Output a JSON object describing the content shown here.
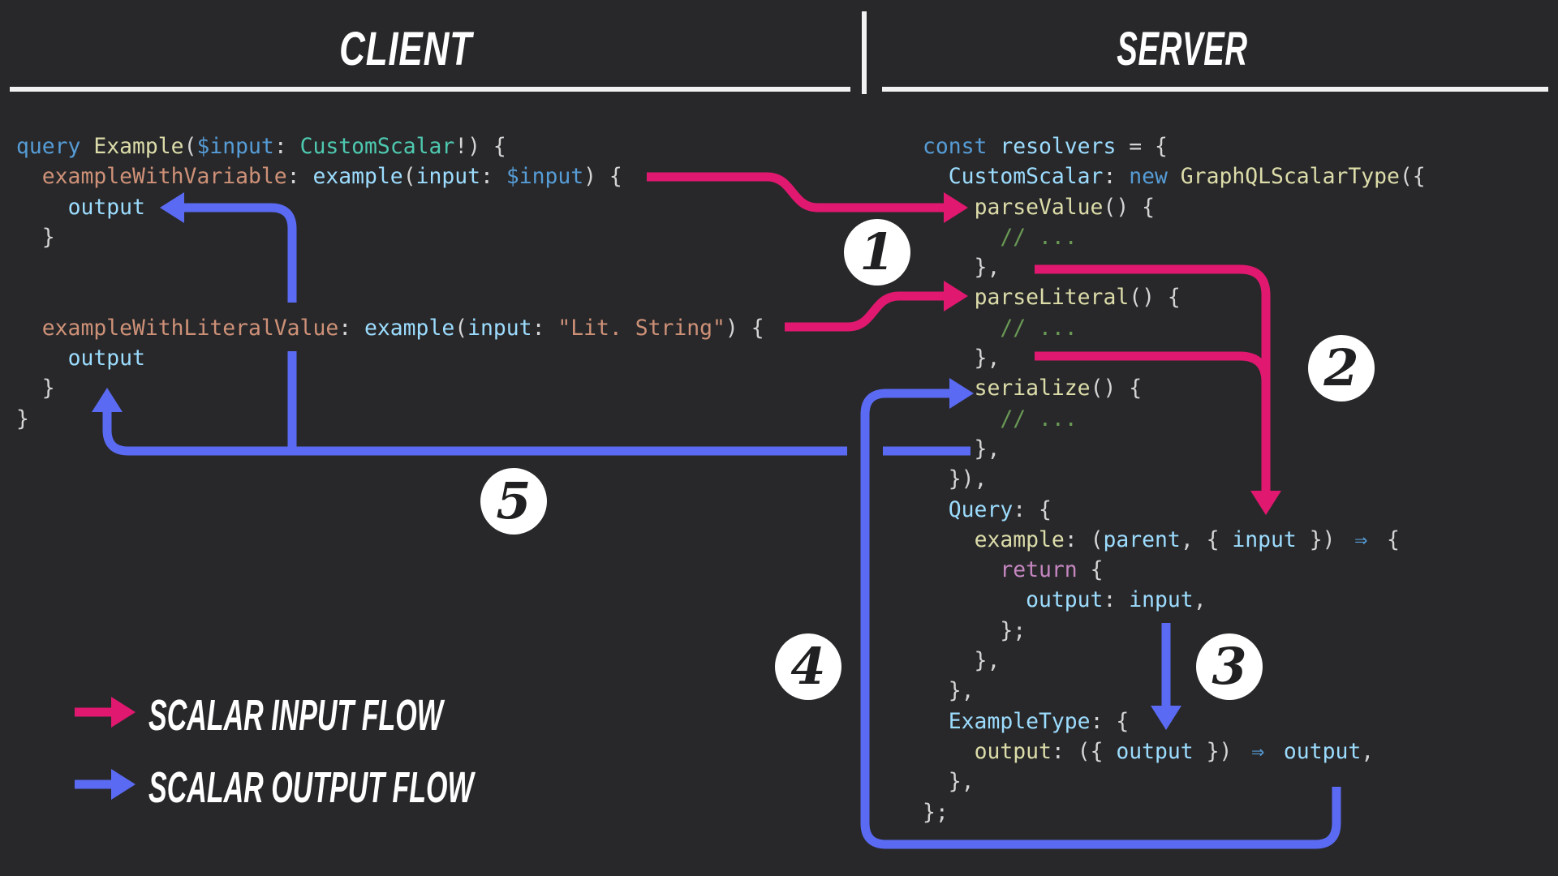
{
  "header": {
    "client": "CLIENT",
    "server": "SERVER"
  },
  "colors": {
    "background": "#28282a",
    "rule": "#f2f2f2",
    "input_flow": "#e0186f",
    "output_flow": "#5a6af2",
    "badge_bg": "#ffffff",
    "badge_num": "#202022",
    "keyword": "#569cd6",
    "function": "#dcdcaa",
    "variable": "#9cdcfe",
    "type": "#4ec9b0",
    "string": "#ce9178",
    "comment": "#6a9955",
    "plain": "#d4d4d4",
    "control": "#c586c0"
  },
  "client_code": {
    "lines": [
      [
        {
          "t": "query ",
          "c": "kw"
        },
        {
          "t": "Example",
          "c": "fn"
        },
        {
          "t": "(",
          "c": "pl"
        },
        {
          "t": "$input",
          "c": "kw"
        },
        {
          "t": ": ",
          "c": "pl"
        },
        {
          "t": "CustomScalar",
          "c": "type"
        },
        {
          "t": "!) {",
          "c": "pl"
        }
      ],
      [
        {
          "t": "  ",
          "c": "pl"
        },
        {
          "t": "exampleWithVariable",
          "c": "str"
        },
        {
          "t": ": ",
          "c": "pl"
        },
        {
          "t": "example",
          "c": "var"
        },
        {
          "t": "(",
          "c": "pl"
        },
        {
          "t": "input",
          "c": "var"
        },
        {
          "t": ": ",
          "c": "pl"
        },
        {
          "t": "$input",
          "c": "kw"
        },
        {
          "t": ") {",
          "c": "pl"
        }
      ],
      [
        {
          "t": "    ",
          "c": "pl"
        },
        {
          "t": "output",
          "c": "var"
        }
      ],
      [
        {
          "t": "  }",
          "c": "pl"
        }
      ],
      [],
      [],
      [
        {
          "t": "  ",
          "c": "pl"
        },
        {
          "t": "exampleWithLiteralValue",
          "c": "str"
        },
        {
          "t": ": ",
          "c": "pl"
        },
        {
          "t": "example",
          "c": "var"
        },
        {
          "t": "(",
          "c": "pl"
        },
        {
          "t": "input",
          "c": "var"
        },
        {
          "t": ": ",
          "c": "pl"
        },
        {
          "t": "\"Lit. String\"",
          "c": "str"
        },
        {
          "t": ") {",
          "c": "pl"
        }
      ],
      [
        {
          "t": "    ",
          "c": "pl"
        },
        {
          "t": "output",
          "c": "var"
        }
      ],
      [
        {
          "t": "  }",
          "c": "pl"
        }
      ],
      [
        {
          "t": "}",
          "c": "pl"
        }
      ]
    ]
  },
  "server_code": {
    "lines": [
      [
        {
          "t": "const ",
          "c": "kw"
        },
        {
          "t": "resolvers",
          "c": "var"
        },
        {
          "t": " = {",
          "c": "pl"
        }
      ],
      [
        {
          "t": "  ",
          "c": "pl"
        },
        {
          "t": "CustomScalar",
          "c": "var"
        },
        {
          "t": ": ",
          "c": "pl"
        },
        {
          "t": "new ",
          "c": "kw"
        },
        {
          "t": "GraphQLScalarType",
          "c": "fn"
        },
        {
          "t": "({",
          "c": "pl"
        }
      ],
      [
        {
          "t": "    ",
          "c": "pl"
        },
        {
          "t": "parseValue",
          "c": "fn"
        },
        {
          "t": "() {",
          "c": "pl"
        }
      ],
      [
        {
          "t": "      ",
          "c": "pl"
        },
        {
          "t": "// ...",
          "c": "cmt"
        }
      ],
      [
        {
          "t": "    },",
          "c": "pl"
        }
      ],
      [
        {
          "t": "    ",
          "c": "pl"
        },
        {
          "t": "parseLiteral",
          "c": "fn"
        },
        {
          "t": "() {",
          "c": "pl"
        }
      ],
      [
        {
          "t": "      ",
          "c": "pl"
        },
        {
          "t": "// ...",
          "c": "cmt"
        }
      ],
      [
        {
          "t": "    },",
          "c": "pl"
        }
      ],
      [
        {
          "t": "    ",
          "c": "pl"
        },
        {
          "t": "serialize",
          "c": "fn"
        },
        {
          "t": "() {",
          "c": "pl"
        }
      ],
      [
        {
          "t": "      ",
          "c": "pl"
        },
        {
          "t": "// ...",
          "c": "cmt"
        }
      ],
      [
        {
          "t": "    },",
          "c": "pl"
        }
      ],
      [
        {
          "t": "  }),",
          "c": "pl"
        }
      ],
      [
        {
          "t": "  ",
          "c": "pl"
        },
        {
          "t": "Query",
          "c": "var"
        },
        {
          "t": ": {",
          "c": "pl"
        }
      ],
      [
        {
          "t": "    ",
          "c": "pl"
        },
        {
          "t": "example",
          "c": "fn"
        },
        {
          "t": ": (",
          "c": "pl"
        },
        {
          "t": "parent",
          "c": "var"
        },
        {
          "t": ", { ",
          "c": "pl"
        },
        {
          "t": "input",
          "c": "var"
        },
        {
          "t": " }) ",
          "c": "pl"
        },
        {
          "t": "⇒",
          "c": "kw lig"
        },
        {
          "t": " {",
          "c": "pl"
        }
      ],
      [
        {
          "t": "      ",
          "c": "pl"
        },
        {
          "t": "return",
          "c": "ret"
        },
        {
          "t": " {",
          "c": "pl"
        }
      ],
      [
        {
          "t": "        ",
          "c": "pl"
        },
        {
          "t": "output",
          "c": "var"
        },
        {
          "t": ": ",
          "c": "pl"
        },
        {
          "t": "input",
          "c": "var"
        },
        {
          "t": ",",
          "c": "pl"
        }
      ],
      [
        {
          "t": "      };",
          "c": "pl"
        }
      ],
      [
        {
          "t": "    },",
          "c": "pl"
        }
      ],
      [
        {
          "t": "  },",
          "c": "pl"
        }
      ],
      [
        {
          "t": "  ",
          "c": "pl"
        },
        {
          "t": "ExampleType",
          "c": "var"
        },
        {
          "t": ": {",
          "c": "pl"
        }
      ],
      [
        {
          "t": "    ",
          "c": "pl"
        },
        {
          "t": "output",
          "c": "fn"
        },
        {
          "t": ": ({ ",
          "c": "pl"
        },
        {
          "t": "output",
          "c": "var"
        },
        {
          "t": " }) ",
          "c": "pl"
        },
        {
          "t": "⇒",
          "c": "kw lig"
        },
        {
          "t": " ",
          "c": "pl"
        },
        {
          "t": "output",
          "c": "var"
        },
        {
          "t": ",",
          "c": "pl"
        }
      ],
      [
        {
          "t": "  },",
          "c": "pl"
        }
      ],
      [
        {
          "t": "};",
          "c": "pl"
        }
      ]
    ]
  },
  "badges": [
    "1",
    "2",
    "3",
    "4",
    "5"
  ],
  "legend": {
    "input_label": "SCALAR INPUT FLOW",
    "output_label": "SCALAR OUTPUT FLOW"
  }
}
